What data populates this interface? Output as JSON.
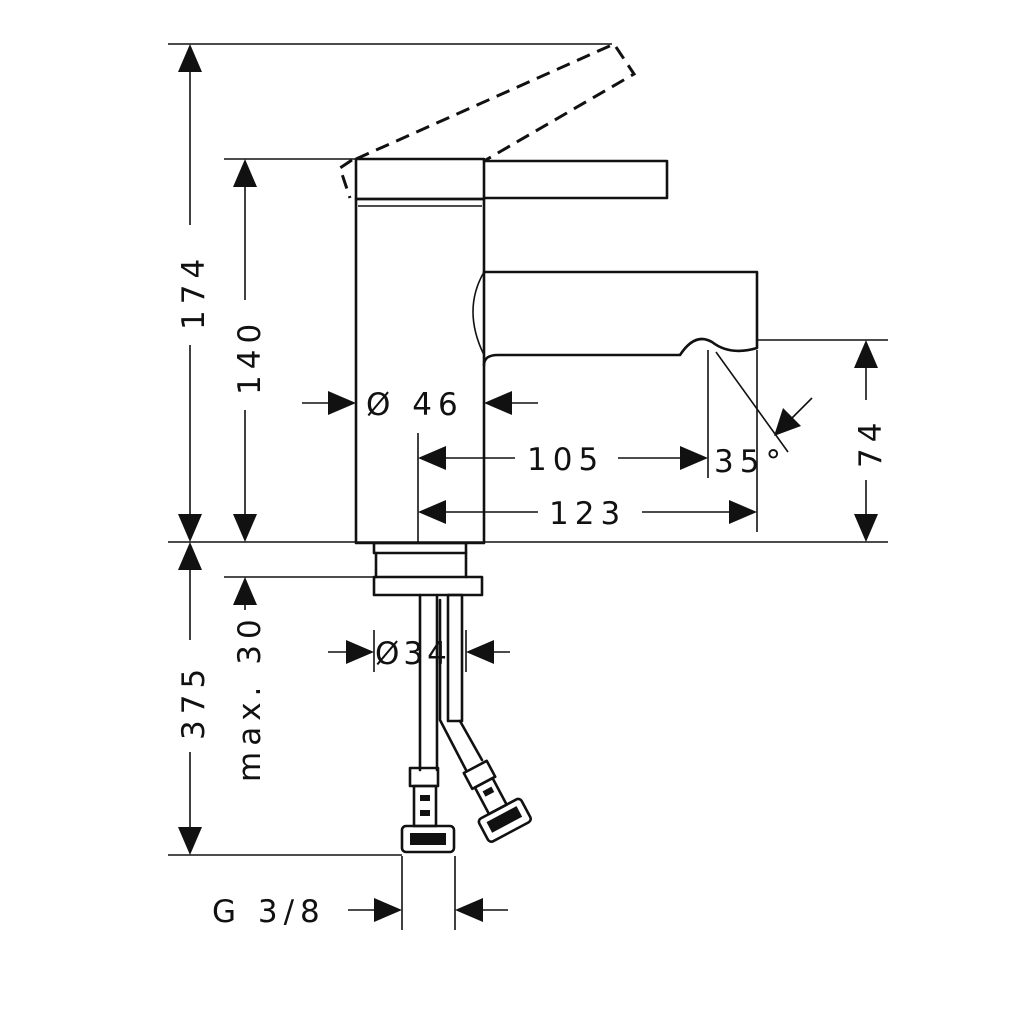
{
  "dimensions": {
    "total_height": "174",
    "body_height": "140",
    "body_diameter": "Ø 46",
    "spout_reach_inner": "105",
    "spout_reach_outer": "123",
    "spout_angle": "35°",
    "spout_height": "74",
    "below_deck_length": "375",
    "max_deck_thickness": "max. 30",
    "shank_diameter": "Ø34",
    "connection_thread": "G 3/8"
  }
}
